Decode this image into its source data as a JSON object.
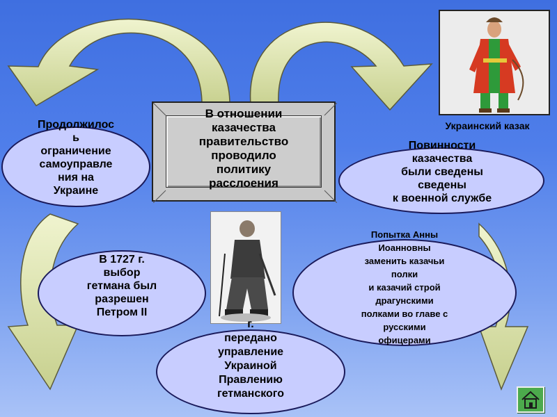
{
  "center": {
    "text": "В отношении\nказачества\nправительство\nпроводило\nполитику\nрасслоения"
  },
  "nodes": {
    "left_top": "Продолжилос\nь\nограничение\nсамоуправле\nния на\nУкраине",
    "right_top": "Повинности\nказачества\nбыли сведены\nсведены\nк военной службе",
    "left_bottom": "В 1727 г.\nвыбор\nгетмана был\nразрешен\nПетром II",
    "bottom": "г.\nпередано\nуправление\nУкраиной\nПравлению\nгетманского",
    "right_bottom": "Попытка Анны\nИоанновны\nзаменить казачьи\nполки\nи казачий строй\nдрагунскими\nполками во главе с\nрусскими\nофицерами"
  },
  "images": {
    "top_right_caption": "Украинский казак"
  },
  "colors": {
    "arrow_fill": "#e2eab6",
    "arrow_stroke": "#5a5a3a",
    "ellipse_fill": "#c8cdff",
    "ellipse_border": "#1a1a5a"
  },
  "icons": {
    "home_button": "home-icon"
  }
}
